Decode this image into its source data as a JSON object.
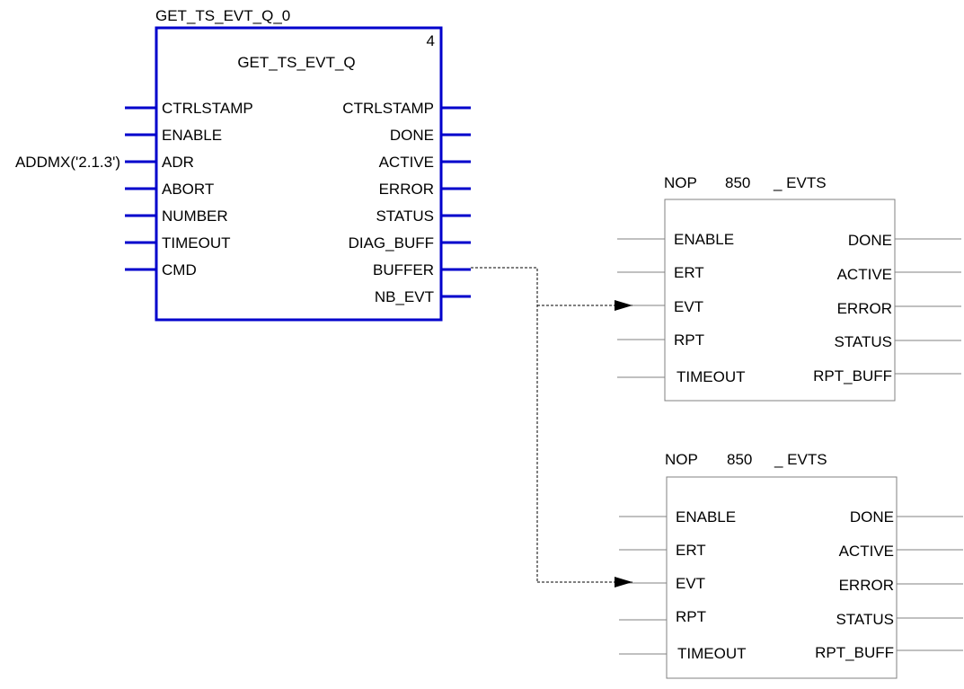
{
  "main_block": {
    "instance_name": "GET_TS_EVT_Q_0",
    "type_name": "GET_TS_EVT_Q",
    "execution_order": "4",
    "inputs": [
      "CTRLSTAMP",
      "ENABLE",
      "ADR",
      "ABORT",
      "NUMBER",
      "TIMEOUT",
      "CMD"
    ],
    "outputs": [
      "CTRLSTAMP",
      "DONE",
      "ACTIVE",
      "ERROR",
      "STATUS",
      "DIAG_BUFF",
      "BUFFER",
      "NB_EVT"
    ],
    "adr_value": "ADDMX('2.1.3')",
    "color": "#0000cc"
  },
  "nop_blocks": [
    {
      "title": {
        "part1": "NOP",
        "part2": "850",
        "part3": "_ EVTS"
      },
      "inputs": [
        "ENABLE",
        "ERT",
        "EVT",
        "RPT",
        "TIMEOUT"
      ],
      "outputs": [
        "DONE",
        "ACTIVE",
        "ERROR",
        "STATUS",
        "RPT_BUFF"
      ]
    },
    {
      "title": {
        "part1": "NOP",
        "part2": "850",
        "part3": "_ EVTS"
      },
      "inputs": [
        "ENABLE",
        "ERT",
        "EVT",
        "RPT",
        "TIMEOUT"
      ],
      "outputs": [
        "DONE",
        "ACTIVE",
        "ERROR",
        "STATUS",
        "RPT_BUFF"
      ]
    }
  ],
  "connection": {
    "from": "BUFFER",
    "to": "EVT"
  }
}
